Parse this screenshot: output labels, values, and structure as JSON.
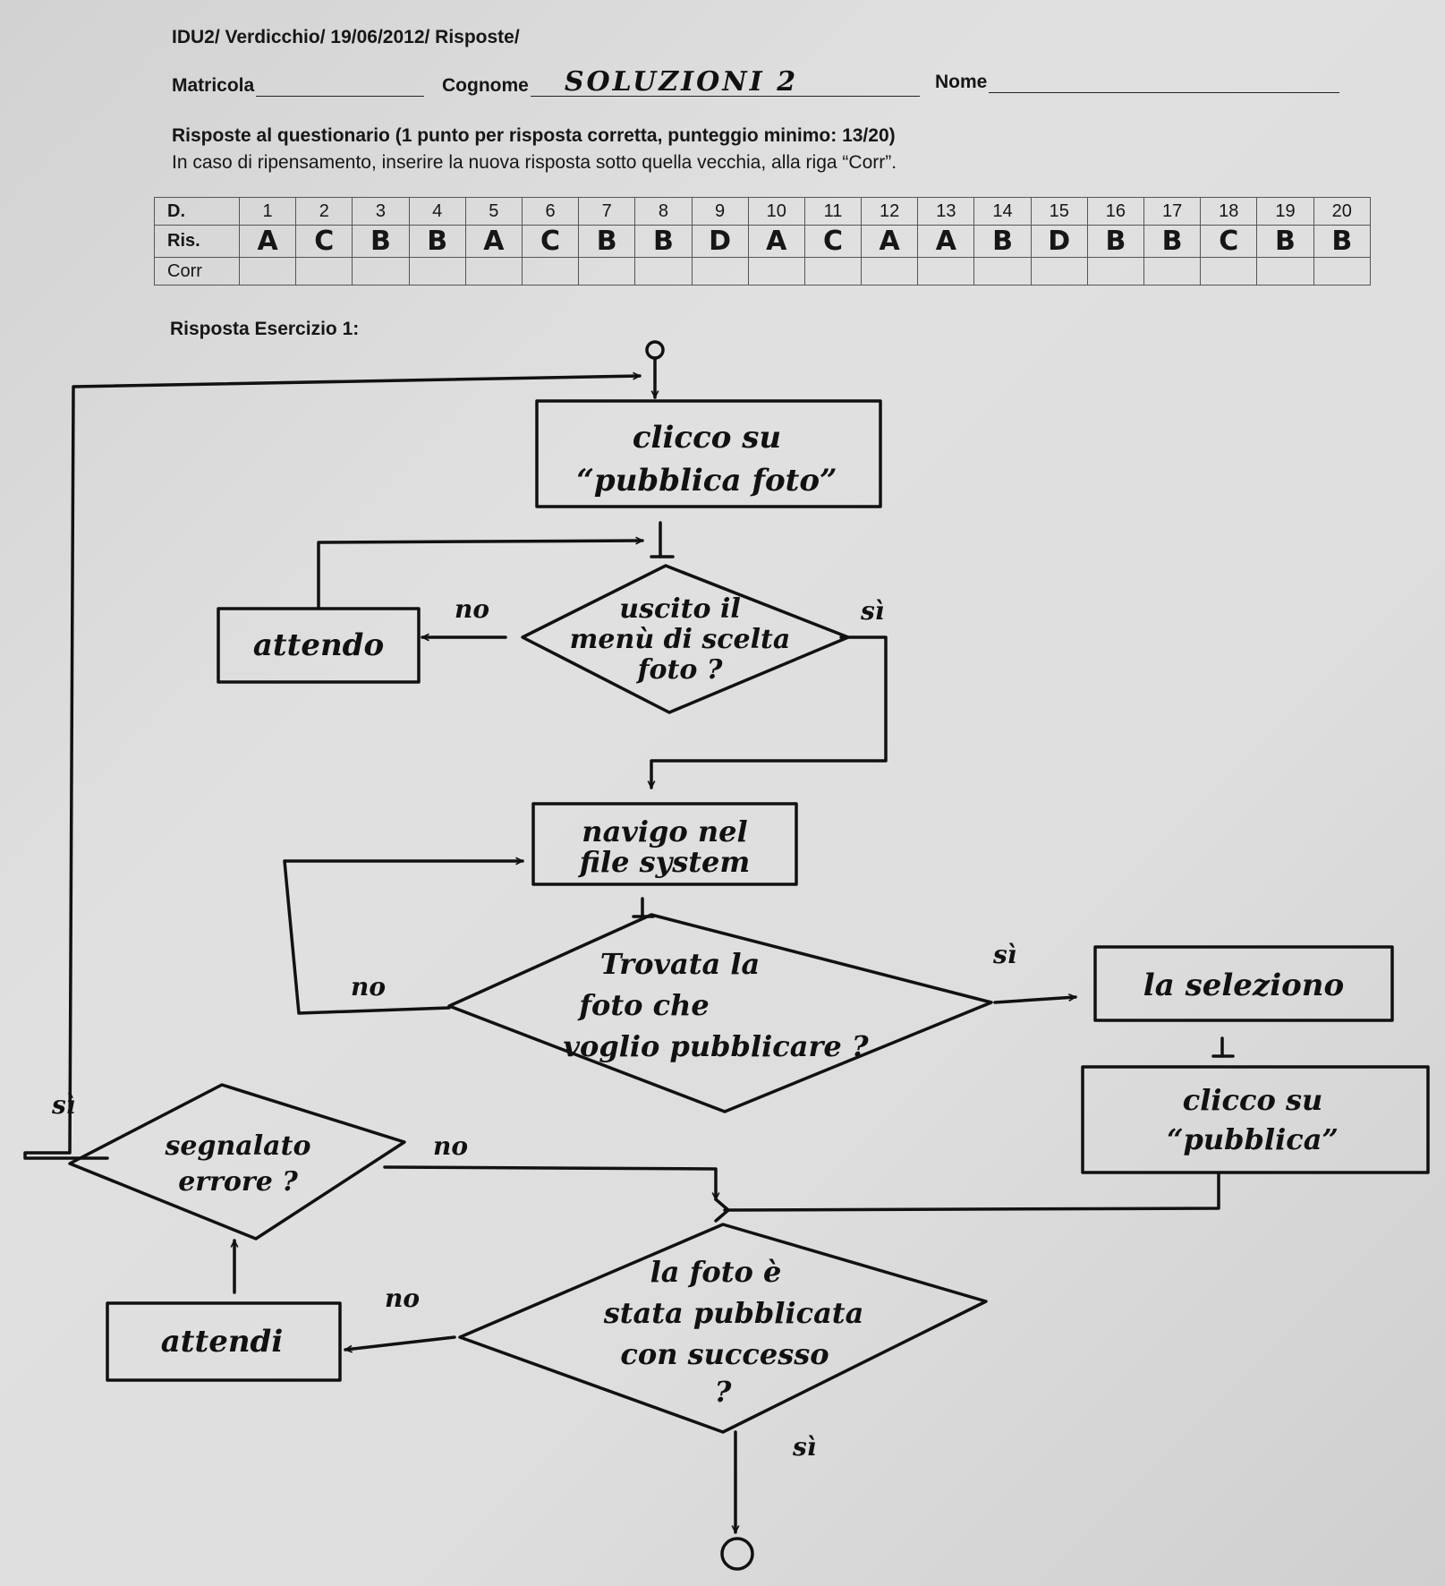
{
  "header": {
    "title": "IDU2/ Verdicchio/ 19/06/2012/ Risposte/",
    "matricola_label": "Matricola",
    "cognome_label": "Cognome",
    "cognome_value": "SOLUZIONI 2",
    "nome_label": "Nome"
  },
  "questionnaire": {
    "title": "Risposte al questionario (1 punto per risposta corretta, punteggio minimo: 13/20)",
    "subtitle": "In caso di ripensamento, inserire la nuova risposta sotto quella vecchia, alla riga “Corr”.",
    "row_labels": [
      "D.",
      "Ris.",
      "Corr"
    ],
    "numbers": [
      "1",
      "2",
      "3",
      "4",
      "5",
      "6",
      "7",
      "8",
      "9",
      "10",
      "11",
      "12",
      "13",
      "14",
      "15",
      "16",
      "17",
      "18",
      "19",
      "20"
    ],
    "answers": [
      "A",
      "C",
      "B",
      "B",
      "A",
      "C",
      "B",
      "B",
      "D",
      "A",
      "C",
      "A",
      "A",
      "B",
      "D",
      "B",
      "B",
      "C",
      "B",
      "B"
    ]
  },
  "exercise": {
    "title": "Risposta Esercizio 1:",
    "start_symbol": "O",
    "end_symbol": "O",
    "box_click_publish_photo": [
      "clicco su",
      "“pubblica foto”"
    ],
    "decision_menu": [
      "uscito il",
      "menù di scelta",
      "foto ?"
    ],
    "box_wait_1": "attendo",
    "box_navigate": [
      "navigo nel",
      "file system"
    ],
    "decision_found": [
      "Trovata la",
      "foto che",
      "voglio pubblicare ?"
    ],
    "box_select": "la seleziono",
    "box_click_publish": [
      "clicco su",
      "“pubblica”"
    ],
    "decision_error": [
      "segnalato",
      "errore ?"
    ],
    "decision_success": [
      "la foto è",
      "stata pubblicata",
      "con successo",
      "?"
    ],
    "box_wait_2": "attendi",
    "label_yes": "sì",
    "label_no": "no"
  }
}
